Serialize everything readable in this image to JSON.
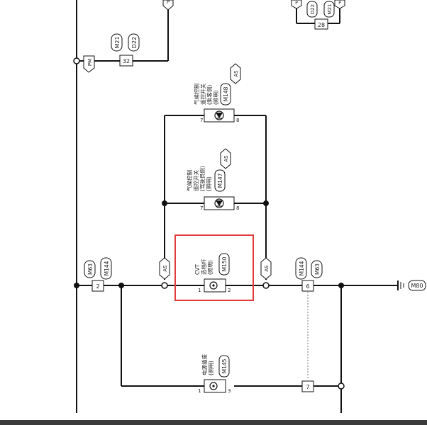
{
  "connectors": {
    "top_left": "P",
    "top_right_1": "P",
    "top_right_2": "D22",
    "top_right_3": "M21",
    "top_right_4": "P",
    "top_right_num": "28",
    "upper_pm": "PM",
    "upper_m21": "M21",
    "upper_d22": "D22",
    "upper_num": "32",
    "left_m63": "M63",
    "left_m144": "M144",
    "left_num": "2",
    "right_m144": "M144",
    "right_m63": "M63",
    "right_num": "6",
    "lower_num": "7",
    "ground": "M80",
    "as_top": "AS",
    "as_mid": "AS",
    "as_left": "AS",
    "as_right": "AS"
  },
  "components": {
    "sw1": {
      "line1": "气候控制",
      "line2": "遥控开关",
      "line3": "(乘客侧)",
      "line4": "(照明)",
      "code": "M148",
      "pin_l": "7",
      "pin_r": "8"
    },
    "sw2": {
      "line1": "气候控制",
      "line2": "遥控开关",
      "line3": "(驾驶员侧)",
      "line4": "(照明)",
      "code": "M147",
      "pin_l": "7",
      "pin_r": "8"
    },
    "cvt": {
      "line1": "CVT",
      "line2": "选档杆",
      "line3": "(照明)",
      "code": "M150",
      "pin_l": "1",
      "pin_r": "2"
    },
    "pwr": {
      "line1": "电源插座",
      "line2": "(照明)",
      "code": "M145",
      "pin_l": "1",
      "pin_r": "3"
    }
  }
}
